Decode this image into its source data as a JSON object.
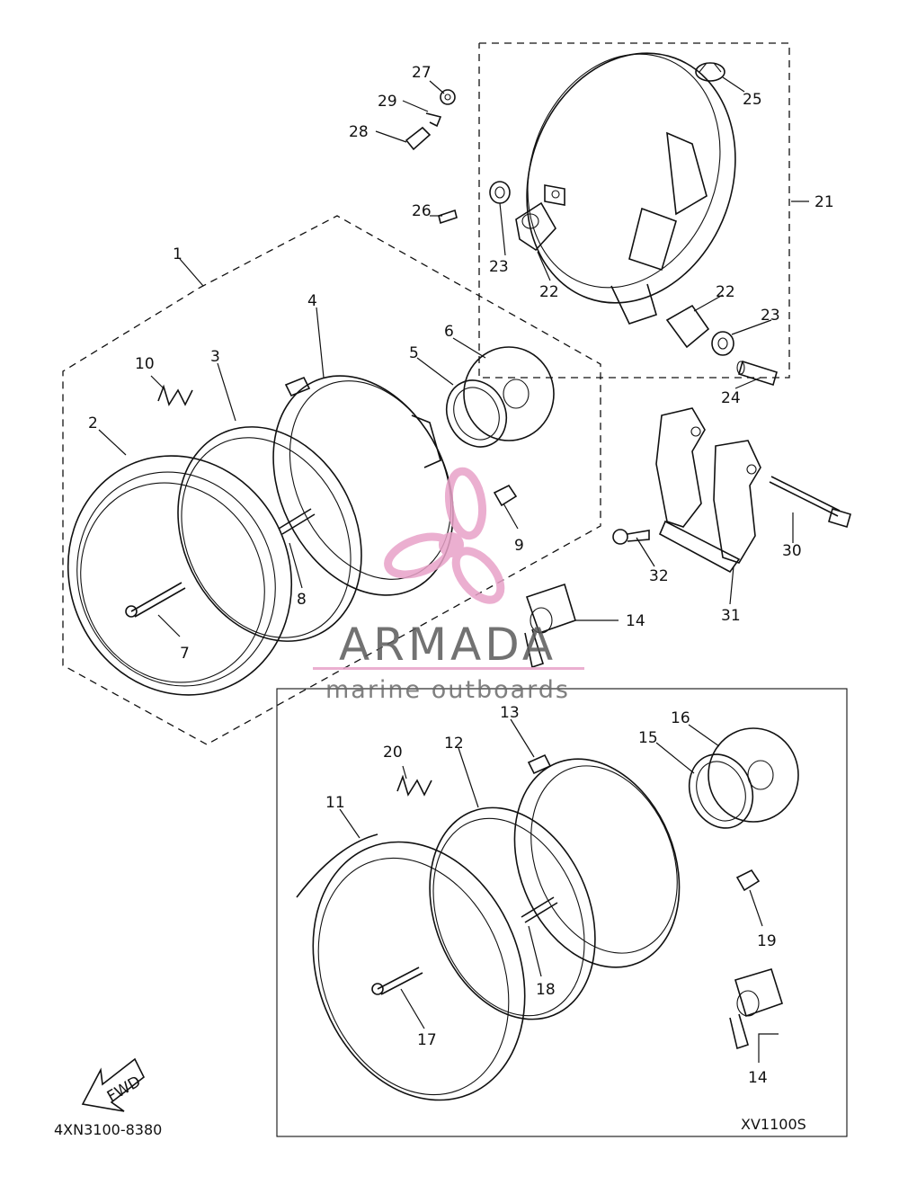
{
  "diagram": {
    "diagram_code": "4XN3100-8380",
    "variant_label": "XV1100S",
    "direction_label": "FWD",
    "watermark": {
      "title": "ARMADA",
      "subtitle": "marine outboards",
      "accent_color": "#e8a2c8",
      "text_color": "#5a5a5a"
    },
    "callouts": [
      "1",
      "2",
      "3",
      "4",
      "5",
      "6",
      "7",
      "8",
      "9",
      "10",
      "11",
      "12",
      "13",
      "14",
      "14",
      "15",
      "16",
      "17",
      "18",
      "19",
      "20",
      "21",
      "22",
      "22",
      "23",
      "23",
      "24",
      "25",
      "26",
      "27",
      "28",
      "29",
      "30",
      "31",
      "32"
    ]
  }
}
